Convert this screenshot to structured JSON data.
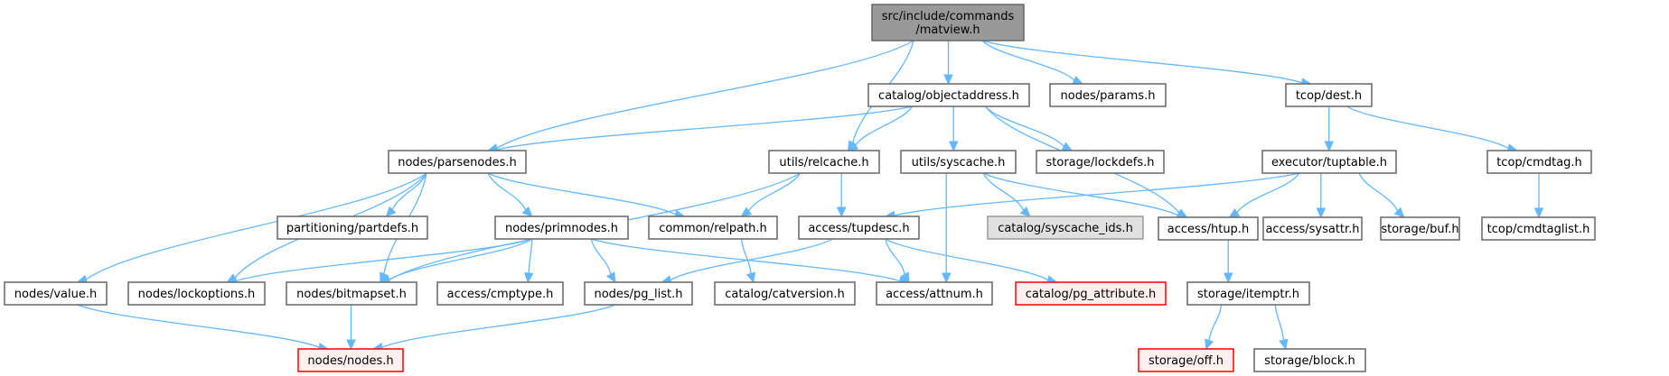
{
  "title": "src/include/commands/matview.h",
  "colors": {
    "edge": "#63b8ff",
    "node_border": "#666666",
    "root_fill": "#999999",
    "missing_border": "#ff0000",
    "missing_fill": "#fff0f0",
    "external_fill": "#e0e0e0"
  },
  "nodes": [
    {
      "id": "matview",
      "lines": [
        "src/include/commands",
        "/matview.h"
      ],
      "kind": "root"
    },
    {
      "id": "objectaddress",
      "lines": [
        "catalog/objectaddress.h"
      ],
      "kind": "normal"
    },
    {
      "id": "params",
      "lines": [
        "nodes/params.h"
      ],
      "kind": "normal"
    },
    {
      "id": "dest",
      "lines": [
        "tcop/dest.h"
      ],
      "kind": "normal"
    },
    {
      "id": "parsenodes",
      "lines": [
        "nodes/parsenodes.h"
      ],
      "kind": "normal"
    },
    {
      "id": "relcache",
      "lines": [
        "utils/relcache.h"
      ],
      "kind": "normal"
    },
    {
      "id": "syscache",
      "lines": [
        "utils/syscache.h"
      ],
      "kind": "normal"
    },
    {
      "id": "lockdefs",
      "lines": [
        "storage/lockdefs.h"
      ],
      "kind": "normal"
    },
    {
      "id": "tuptable",
      "lines": [
        "executor/tuptable.h"
      ],
      "kind": "normal"
    },
    {
      "id": "cmdtag",
      "lines": [
        "tcop/cmdtag.h"
      ],
      "kind": "normal"
    },
    {
      "id": "partdefs",
      "lines": [
        "partitioning/partdefs.h"
      ],
      "kind": "normal"
    },
    {
      "id": "primnodes",
      "lines": [
        "nodes/primnodes.h"
      ],
      "kind": "normal"
    },
    {
      "id": "relpath",
      "lines": [
        "common/relpath.h"
      ],
      "kind": "normal"
    },
    {
      "id": "tupdesc",
      "lines": [
        "access/tupdesc.h"
      ],
      "kind": "normal"
    },
    {
      "id": "syscache_ids",
      "lines": [
        "catalog/syscache_ids.h"
      ],
      "kind": "grey"
    },
    {
      "id": "htup",
      "lines": [
        "access/htup.h"
      ],
      "kind": "normal"
    },
    {
      "id": "sysattr",
      "lines": [
        "access/sysattr.h"
      ],
      "kind": "normal"
    },
    {
      "id": "buf",
      "lines": [
        "storage/buf.h"
      ],
      "kind": "normal"
    },
    {
      "id": "cmdtaglist",
      "lines": [
        "tcop/cmdtaglist.h"
      ],
      "kind": "normal"
    },
    {
      "id": "value",
      "lines": [
        "nodes/value.h"
      ],
      "kind": "normal"
    },
    {
      "id": "lockoptions",
      "lines": [
        "nodes/lockoptions.h"
      ],
      "kind": "normal"
    },
    {
      "id": "bitmapset",
      "lines": [
        "nodes/bitmapset.h"
      ],
      "kind": "normal"
    },
    {
      "id": "cmptype",
      "lines": [
        "access/cmptype.h"
      ],
      "kind": "normal"
    },
    {
      "id": "pg_list",
      "lines": [
        "nodes/pg_list.h"
      ],
      "kind": "normal"
    },
    {
      "id": "catversion",
      "lines": [
        "catalog/catversion.h"
      ],
      "kind": "normal"
    },
    {
      "id": "attnum",
      "lines": [
        "access/attnum.h"
      ],
      "kind": "normal"
    },
    {
      "id": "pg_attribute",
      "lines": [
        "catalog/pg_attribute.h"
      ],
      "kind": "missing"
    },
    {
      "id": "itemptr",
      "lines": [
        "storage/itemptr.h"
      ],
      "kind": "normal"
    },
    {
      "id": "nodes",
      "lines": [
        "nodes/nodes.h"
      ],
      "kind": "missing"
    },
    {
      "id": "off",
      "lines": [
        "storage/off.h"
      ],
      "kind": "missing"
    },
    {
      "id": "block",
      "lines": [
        "storage/block.h"
      ],
      "kind": "normal"
    }
  ],
  "edges": [
    [
      "matview",
      "parsenodes"
    ],
    [
      "matview",
      "relcache"
    ],
    [
      "matview",
      "objectaddress"
    ],
    [
      "matview",
      "params"
    ],
    [
      "matview",
      "dest"
    ],
    [
      "objectaddress",
      "parsenodes"
    ],
    [
      "objectaddress",
      "relcache"
    ],
    [
      "objectaddress",
      "syscache"
    ],
    [
      "objectaddress",
      "lockdefs"
    ],
    [
      "objectaddress",
      "htup"
    ],
    [
      "dest",
      "tuptable"
    ],
    [
      "dest",
      "cmdtag"
    ],
    [
      "cmdtag",
      "cmdtaglist"
    ],
    [
      "tuptable",
      "tupdesc"
    ],
    [
      "tuptable",
      "htup"
    ],
    [
      "tuptable",
      "sysattr"
    ],
    [
      "tuptable",
      "buf"
    ],
    [
      "parsenodes",
      "value"
    ],
    [
      "parsenodes",
      "lockoptions"
    ],
    [
      "parsenodes",
      "bitmapset"
    ],
    [
      "parsenodes",
      "partdefs"
    ],
    [
      "parsenodes",
      "primnodes"
    ],
    [
      "parsenodes",
      "relpath"
    ],
    [
      "relcache",
      "bitmapset"
    ],
    [
      "relcache",
      "relpath"
    ],
    [
      "relcache",
      "tupdesc"
    ],
    [
      "syscache",
      "attnum"
    ],
    [
      "syscache",
      "syscache_ids"
    ],
    [
      "syscache",
      "htup"
    ],
    [
      "primnodes",
      "lockoptions"
    ],
    [
      "primnodes",
      "bitmapset"
    ],
    [
      "primnodes",
      "cmptype"
    ],
    [
      "primnodes",
      "pg_list"
    ],
    [
      "primnodes",
      "attnum"
    ],
    [
      "relpath",
      "catversion"
    ],
    [
      "tupdesc",
      "pg_list"
    ],
    [
      "tupdesc",
      "attnum"
    ],
    [
      "tupdesc",
      "pg_attribute"
    ],
    [
      "htup",
      "itemptr"
    ],
    [
      "itemptr",
      "off"
    ],
    [
      "itemptr",
      "block"
    ],
    [
      "value",
      "nodes"
    ],
    [
      "bitmapset",
      "nodes"
    ],
    [
      "pg_list",
      "nodes"
    ]
  ]
}
